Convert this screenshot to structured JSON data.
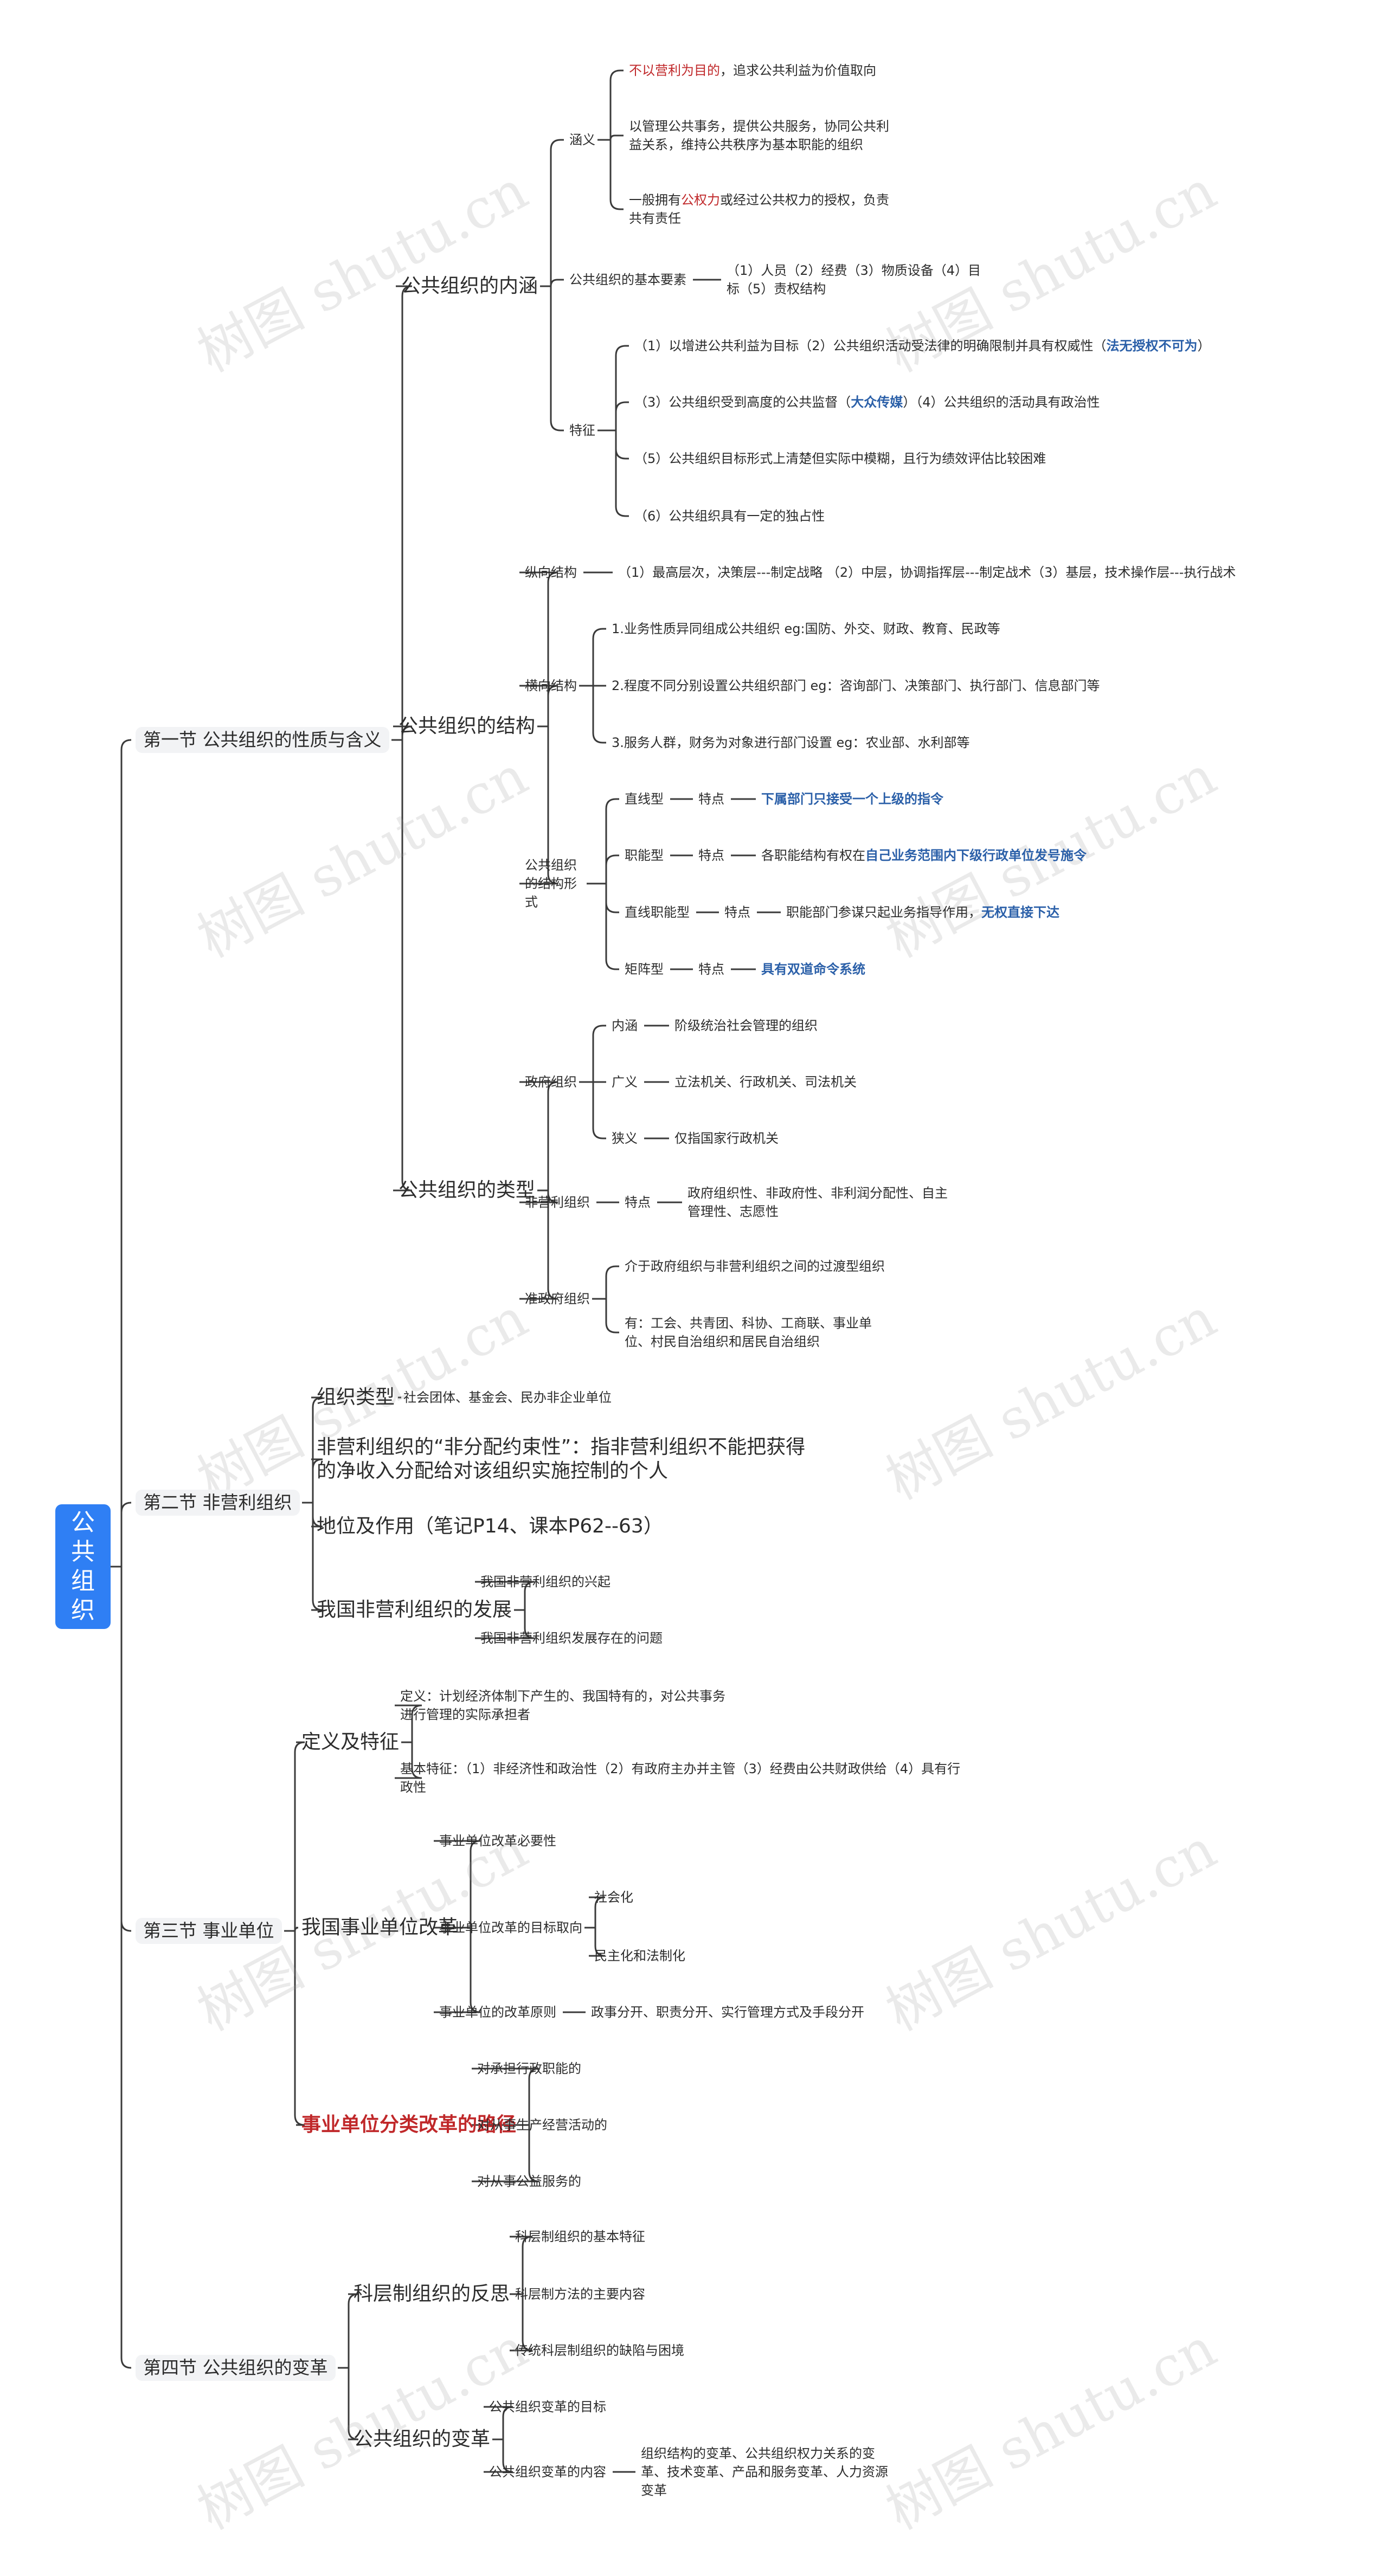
{
  "root": "公共组织",
  "watermark": "树图 shutu.cn",
  "nodes": [
    {
      "id": "s1",
      "text": "第一节 公共组织的性质与含义",
      "lvl": 1
    },
    {
      "id": "s1a",
      "text": "公共组织的内涵",
      "lvl": 2
    },
    {
      "id": "s1a1",
      "text": "涵义",
      "lvl": 3
    },
    {
      "id": "s1a1a",
      "segs": [
        {
          "t": "不以营利为目的",
          "c": "r"
        },
        {
          "t": "，追求公共利益为价值取向"
        }
      ],
      "lvl": 4
    },
    {
      "id": "s1a1b",
      "text": "以管理公共事务，提供公共服务，协同公共利益关系，维持公共秩序为基本职能的组织",
      "lvl": 4
    },
    {
      "id": "s1a1c",
      "segs": [
        {
          "t": "一般拥有"
        },
        {
          "t": "公权力",
          "c": "r"
        },
        {
          "t": "或经过公共权力的授权，负责共有责任"
        }
      ],
      "lvl": 4
    },
    {
      "id": "s1a2",
      "text": "公共组织的基本要素",
      "lvl": 3
    },
    {
      "id": "s1a2a",
      "text": "（1）人员（2）经费（3）物质设备（4）目标（5）责权结构",
      "lvl": 4
    },
    {
      "id": "s1a3",
      "text": "特征",
      "lvl": 3
    },
    {
      "id": "s1a3a",
      "segs": [
        {
          "t": "（1）以增进公共利益为目标（2）公共组织活动受法律的明确限制并具有权威性（"
        },
        {
          "t": "法无授权不可为",
          "c": "b"
        },
        {
          "t": "）"
        }
      ],
      "lvl": 4
    },
    {
      "id": "s1a3b",
      "segs": [
        {
          "t": "（3）公共组织受到高度的公共监督（"
        },
        {
          "t": "大众传媒",
          "c": "b"
        },
        {
          "t": "）（4）公共组织的活动具有政治性"
        }
      ],
      "lvl": 4
    },
    {
      "id": "s1a3c",
      "text": "（5）公共组织目标形式上清楚但实际中模糊，且行为绩效评估比较困难",
      "lvl": 4
    },
    {
      "id": "s1a3d",
      "text": "（6）公共组织具有一定的独占性",
      "lvl": 4
    },
    {
      "id": "s1b",
      "text": "公共组织的结构",
      "lvl": 2
    },
    {
      "id": "s1b1",
      "text": "纵向结构",
      "lvl": 3
    },
    {
      "id": "s1b1a",
      "text": "（1）最高层次，决策层---制定战略 （2）中层，协调指挥层---制定战术（3）基层，技术操作层---执行战术",
      "lvl": 4
    },
    {
      "id": "s1b2",
      "text": "横向结构",
      "lvl": 3
    },
    {
      "id": "s1b2a",
      "text": "1.业务性质异同组成公共组织 eg:国防、外交、财政、教育、民政等",
      "lvl": 4
    },
    {
      "id": "s1b2b",
      "text": "2.程度不同分别设置公共组织部门  eg：咨询部门、决策部门、执行部门、信息部门等",
      "lvl": 4
    },
    {
      "id": "s1b2c",
      "text": "3.服务人群，财务为对象进行部门设置  eg：农业部、水利部等",
      "lvl": 4
    },
    {
      "id": "s1b3",
      "text": "公共组织的结构形式",
      "lvl": 3
    },
    {
      "id": "s1b3a",
      "text": "直线型",
      "lvl": 4
    },
    {
      "id": "s1b3a1",
      "text": "特点",
      "lvl": 5
    },
    {
      "id": "s1b3a1a",
      "segs": [
        {
          "t": "下属部门只接受一个上级的指令",
          "c": "b"
        }
      ],
      "lvl": 6
    },
    {
      "id": "s1b3b",
      "text": "职能型",
      "lvl": 4
    },
    {
      "id": "s1b3b1",
      "text": "特点",
      "lvl": 5
    },
    {
      "id": "s1b3b1a",
      "segs": [
        {
          "t": "各职能结构有权在"
        },
        {
          "t": "自己业务范围内下级行政单位发号施令",
          "c": "b"
        }
      ],
      "lvl": 6
    },
    {
      "id": "s1b3c",
      "text": "直线职能型",
      "lvl": 4
    },
    {
      "id": "s1b3c1",
      "text": "特点",
      "lvl": 5
    },
    {
      "id": "s1b3c1a",
      "segs": [
        {
          "t": "职能部门参谋只起业务指导作用，"
        },
        {
          "t": "无权直接下达",
          "c": "b"
        }
      ],
      "lvl": 6
    },
    {
      "id": "s1b3d",
      "text": "矩阵型",
      "lvl": 4
    },
    {
      "id": "s1b3d1",
      "text": "特点",
      "lvl": 5
    },
    {
      "id": "s1b3d1a",
      "segs": [
        {
          "t": "具有双道命令系统",
          "c": "b"
        }
      ],
      "lvl": 6
    },
    {
      "id": "s1c",
      "text": "公共组织的类型",
      "lvl": 2
    },
    {
      "id": "s1c1",
      "text": "政府组织",
      "lvl": 3
    },
    {
      "id": "s1c1a",
      "text": "内涵",
      "lvl": 4
    },
    {
      "id": "s1c1a1",
      "text": "阶级统治社会管理的组织",
      "lvl": 5
    },
    {
      "id": "s1c1b",
      "text": "广义",
      "lvl": 4
    },
    {
      "id": "s1c1b1",
      "text": "立法机关、行政机关、司法机关",
      "lvl": 5
    },
    {
      "id": "s1c1c",
      "text": "狭义",
      "lvl": 4
    },
    {
      "id": "s1c1c1",
      "text": "仅指国家行政机关",
      "lvl": 5
    },
    {
      "id": "s1c2",
      "text": "非营利组织",
      "lvl": 3
    },
    {
      "id": "s1c2a",
      "text": "特点",
      "lvl": 4
    },
    {
      "id": "s1c2a1",
      "text": "政府组织性、非政府性、非利润分配性、自主管理性、志愿性",
      "lvl": 5
    },
    {
      "id": "s1c3",
      "text": "准政府组织",
      "lvl": 3
    },
    {
      "id": "s1c3a",
      "text": "介于政府组织与非营利组织之间的过渡型组织",
      "lvl": 4
    },
    {
      "id": "s1c3b",
      "text": "有：工会、共青团、科协、工商联、事业单位、村民自治组织和居民自治组织",
      "lvl": 4
    },
    {
      "id": "s2",
      "text": "第二节 非营利组织",
      "lvl": 1
    },
    {
      "id": "s2a",
      "text": "组织类型",
      "lvl": 2
    },
    {
      "id": "s2a1",
      "text": "社会团体、基金会、民办非企业单位",
      "lvl": 3
    },
    {
      "id": "s2b",
      "text": "非营利组织的“非分配约束性”：指非营利组织不能把获得的净收入分配给对该组织实施控制的个人",
      "lvl": 2
    },
    {
      "id": "s2c",
      "text": "地位及作用（笔记P14、课本P62--63）",
      "lvl": 2
    },
    {
      "id": "s2d",
      "text": "我国非营利组织的发展",
      "lvl": 2
    },
    {
      "id": "s2d1",
      "text": "我国非营利组织的兴起",
      "lvl": 3
    },
    {
      "id": "s2d2",
      "text": "我国非营利组织发展存在的问题",
      "lvl": 3
    },
    {
      "id": "s3",
      "text": "第三节 事业单位",
      "lvl": 1
    },
    {
      "id": "s3a",
      "text": "定义及特征",
      "lvl": 2
    },
    {
      "id": "s3a1",
      "text": "定义：计划经济体制下产生的、我国特有的，对公共事务进行管理的实际承担者",
      "lvl": 3
    },
    {
      "id": "s3a2",
      "text": "基本特征：（1）非经济性和政治性（2）有政府主办并主管（3）经费由公共财政供给（4）具有行政性",
      "lvl": 3
    },
    {
      "id": "s3b",
      "text": "我国事业单位改革",
      "lvl": 2
    },
    {
      "id": "s3b1",
      "text": "事业单位改革必要性",
      "lvl": 3
    },
    {
      "id": "s3b2",
      "text": "事业单位改革的目标取向",
      "lvl": 3
    },
    {
      "id": "s3b2a",
      "text": "社会化",
      "lvl": 4
    },
    {
      "id": "s3b2b",
      "text": "民主化和法制化",
      "lvl": 4
    },
    {
      "id": "s3b3",
      "text": "事业单位的改革原则",
      "lvl": 3
    },
    {
      "id": "s3b3a",
      "text": "政事分开、职责分开、实行管理方式及手段分开",
      "lvl": 4
    },
    {
      "id": "s3c",
      "text": "事业单位分类改革的路径",
      "lvl": 2
    },
    {
      "id": "s3c1",
      "text": "对承担行政职能的",
      "lvl": 3
    },
    {
      "id": "s3c2",
      "text": "对从事生产经营活动的",
      "lvl": 3
    },
    {
      "id": "s3c3",
      "text": "对从事公益服务的",
      "lvl": 3
    },
    {
      "id": "s4",
      "text": "第四节  公共组织的变革",
      "lvl": 1
    },
    {
      "id": "s4a",
      "text": "科层制组织的反思",
      "lvl": 2
    },
    {
      "id": "s4a1",
      "text": "科层制组织的基本特征",
      "lvl": 3
    },
    {
      "id": "s4a2",
      "text": "科层制方法的主要内容",
      "lvl": 3
    },
    {
      "id": "s4a3",
      "text": "传统科层制组织的缺陷与困境",
      "lvl": 3
    },
    {
      "id": "s4b",
      "text": "公共组织的变革",
      "lvl": 2
    },
    {
      "id": "s4b1",
      "text": "公共组织变革的目标",
      "lvl": 3
    },
    {
      "id": "s4b2",
      "text": "公共组织变革的内容",
      "lvl": 3
    },
    {
      "id": "s4b2a",
      "text": "组织结构的变革、公共组织权力关系的变革、技术变革、产品和服务变革、人力资源变革",
      "lvl": 4
    }
  ]
}
